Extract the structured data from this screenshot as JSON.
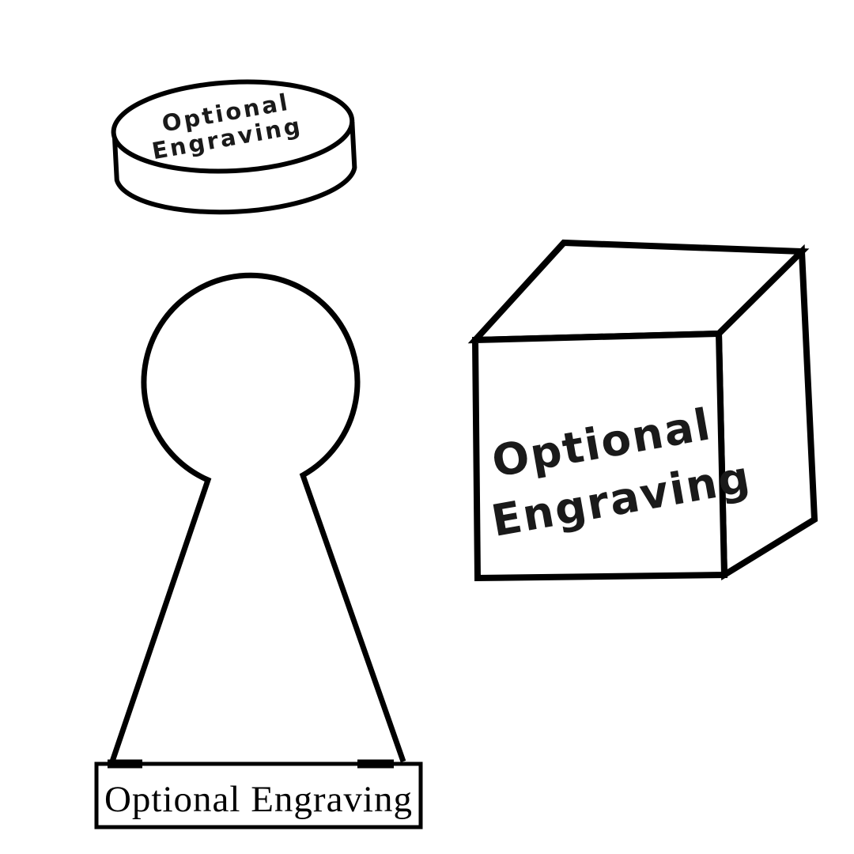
{
  "colors": {
    "background": "#ffffff",
    "line": "#000000",
    "text": "#1a1a1a"
  },
  "disc": {
    "label_line1": "Optional",
    "label_line2": "Engraving"
  },
  "cube": {
    "label_line1": "Optional",
    "label_line2": "Engraving"
  },
  "pawn": {
    "base_label": "Optional Engraving"
  }
}
